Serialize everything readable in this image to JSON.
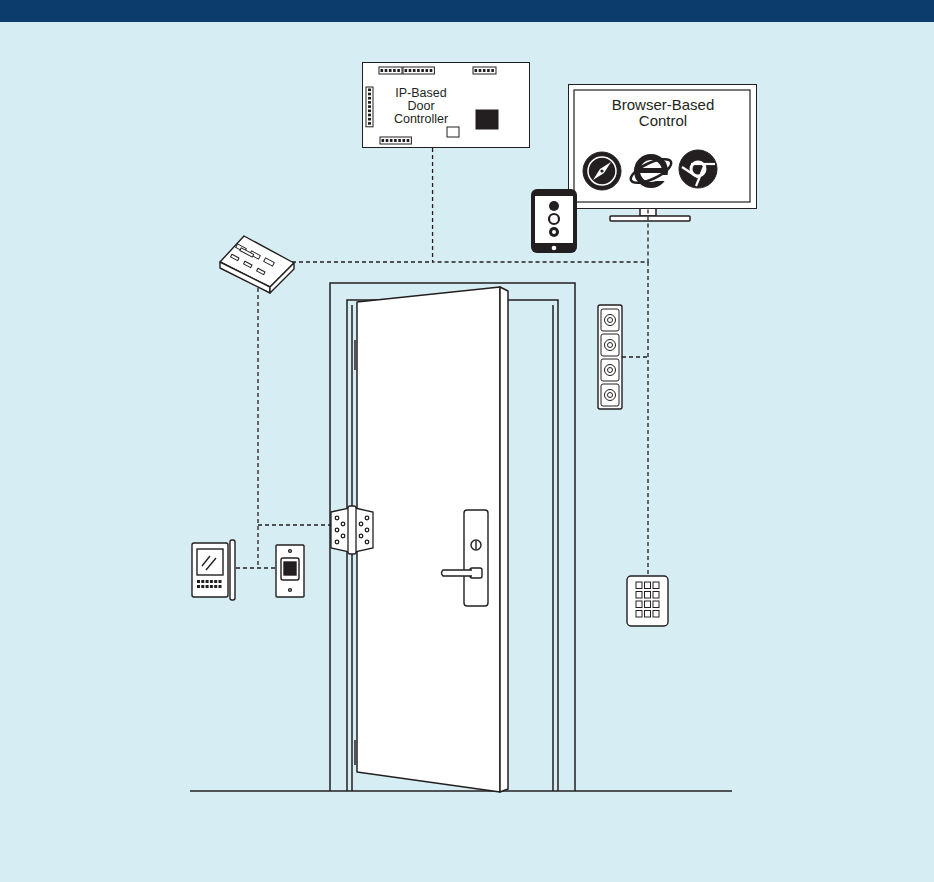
{
  "diagram": {
    "nodes": [
      {
        "text": [
          "IP-Based Door Controller"
        ]
      },
      {
        "text": [
          "Browser-Based Control"
        ]
      }
    ],
    "edges": [
      {
        "from": 0,
        "to": 1,
        "arrow": "none"
      }
    ]
  }
}
